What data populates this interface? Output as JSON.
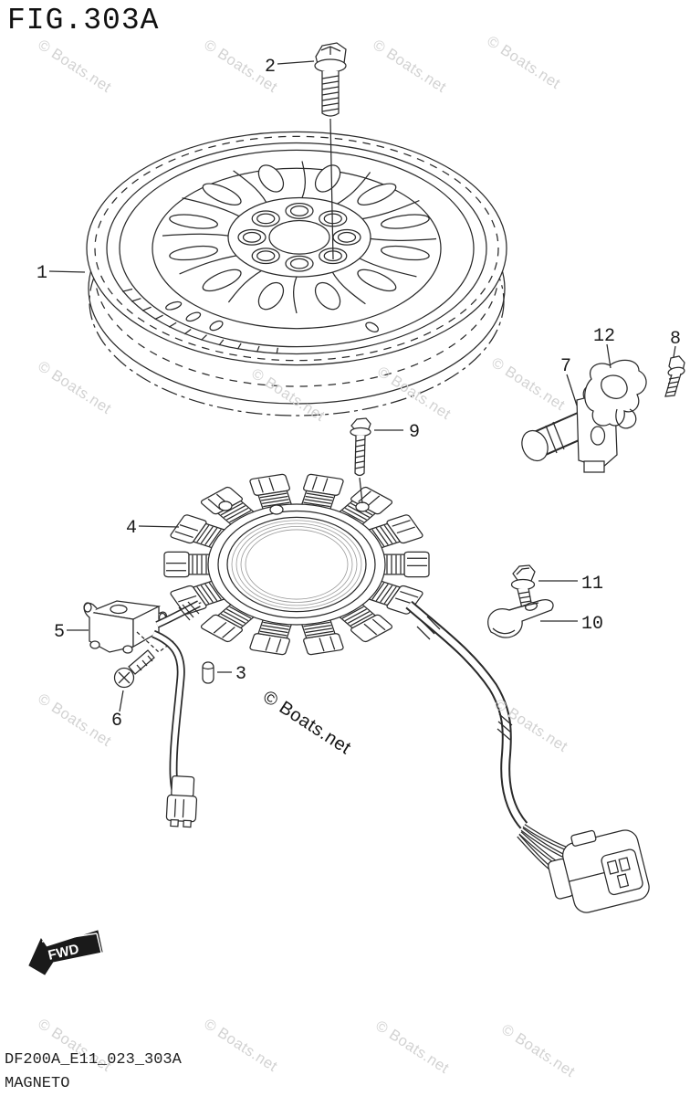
{
  "title": {
    "figure": "FIG.303A"
  },
  "footer": {
    "code": "DF200A_E11_023_303A",
    "name": "MAGNETO"
  },
  "watermark": {
    "text": "© Boats.net",
    "light_color": "#d2d2d2",
    "dark_color": "#141414"
  },
  "fwd_arrow": {
    "label": "FWD"
  },
  "colors": {
    "background": "#ffffff",
    "line": "#2a2a2a"
  },
  "callouts": [
    {
      "num": "1"
    },
    {
      "num": "2"
    },
    {
      "num": "3"
    },
    {
      "num": "4"
    },
    {
      "num": "5"
    },
    {
      "num": "6"
    },
    {
      "num": "7"
    },
    {
      "num": "8"
    },
    {
      "num": "9"
    },
    {
      "num": "10"
    },
    {
      "num": "11"
    },
    {
      "num": "12"
    }
  ]
}
